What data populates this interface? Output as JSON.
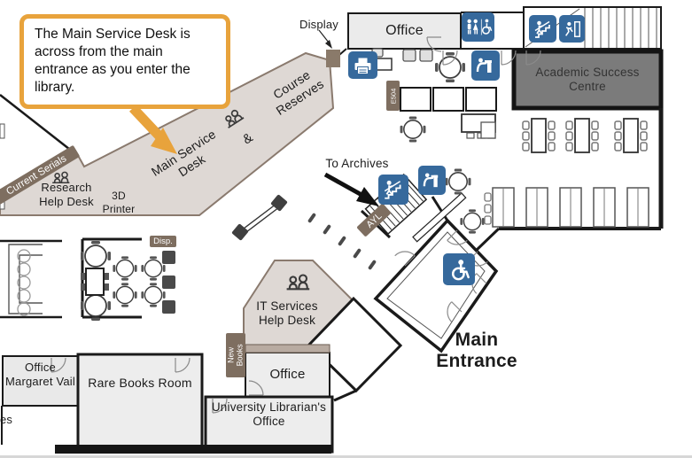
{
  "callout": {
    "text": "The Main Service Desk is across from the main entrance as you enter the library.",
    "border_color": "#E8A33C"
  },
  "labels": {
    "display": "Display",
    "office_top": "Office",
    "academic_success_centre": "Academic Success Centre",
    "course_reserves": "Course Reserves",
    "ampersand": "&",
    "main_service_desk": "Main Service Desk",
    "current_serials": "Current Serials",
    "research_help_desk": "Research Help Desk",
    "printer_3d": "3D Printer",
    "to_archives": "To Archives",
    "ayl": "AYL",
    "disp": "Disp.",
    "case_tag": "E504",
    "it_services_help_desk": "IT Services Help Desk",
    "new_books": "New Books",
    "office_mid": "Office",
    "university_librarians_office": "University Librarian's Office",
    "rare_books_room": "Rare Books Room",
    "office_margaret_vail": "Office Margaret Vail",
    "main_entrance": "Main Entrance",
    "edge_cutoff": "es"
  },
  "icons": {
    "restroom": "restroom-icon",
    "printer": "printer-icon",
    "water_fountain_upper": "water-fountain-icon",
    "water_fountain_lower": "water-fountain-icon",
    "stairs_up": "stairs-icon",
    "emergency_exit": "emergency-exit-icon",
    "stairs_archives": "stairs-icon",
    "accessibility": "wheelchair-accessible-icon",
    "service_desk_staff": "service-people-icon",
    "research_desk_staff": "service-people-icon",
    "it_desk_staff": "service-people-icon"
  },
  "colors": {
    "callout_orange": "#E8A33C",
    "icon_blue": "#36699C",
    "label_brown": "#7E6E60",
    "desk_area_fill": "#DED8D4",
    "desk_area_border": "#8A7A6E",
    "room_fill": "#EDEDED",
    "asc_fill": "#7B7B7B",
    "wall_black": "#1A1A1A",
    "display_case_gray": "#4A4A4A"
  }
}
